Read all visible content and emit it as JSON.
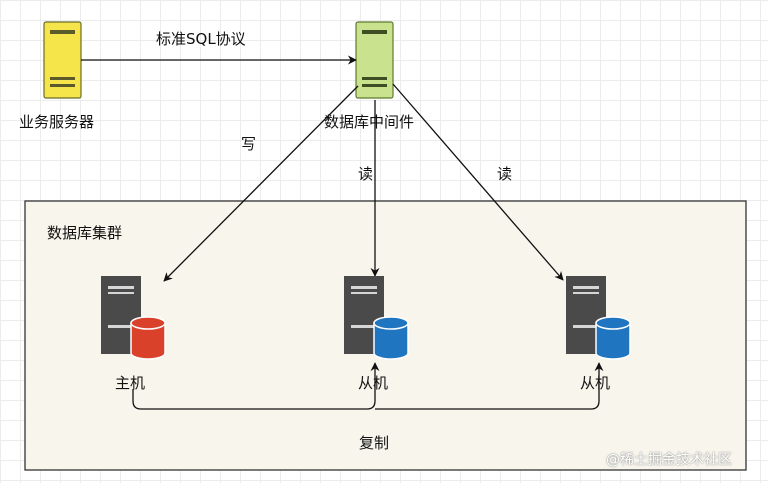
{
  "labels": {
    "protocol": "标准SQL协议",
    "business_server": "业务服务器",
    "middleware": "数据库中间件",
    "write": "写",
    "read_center": "读",
    "read_right": "读",
    "cluster": "数据库集群",
    "master": "主机",
    "slave_1": "从机",
    "slave_2": "从机",
    "replicate": "复制"
  },
  "watermark": "@稀土掘金技术社区",
  "colors": {
    "business_server_fill": "#f5e44a",
    "middleware_fill": "#c9e28e",
    "cluster_fill": "#f8f6ec",
    "server_dark": "#4a4a4a",
    "master_db": "#d9412a",
    "slave_db": "#1f75c0"
  },
  "icons": {
    "business_server": "server-icon",
    "middleware": "server-icon",
    "master": "database-server-icon",
    "slave": "database-server-icon"
  }
}
